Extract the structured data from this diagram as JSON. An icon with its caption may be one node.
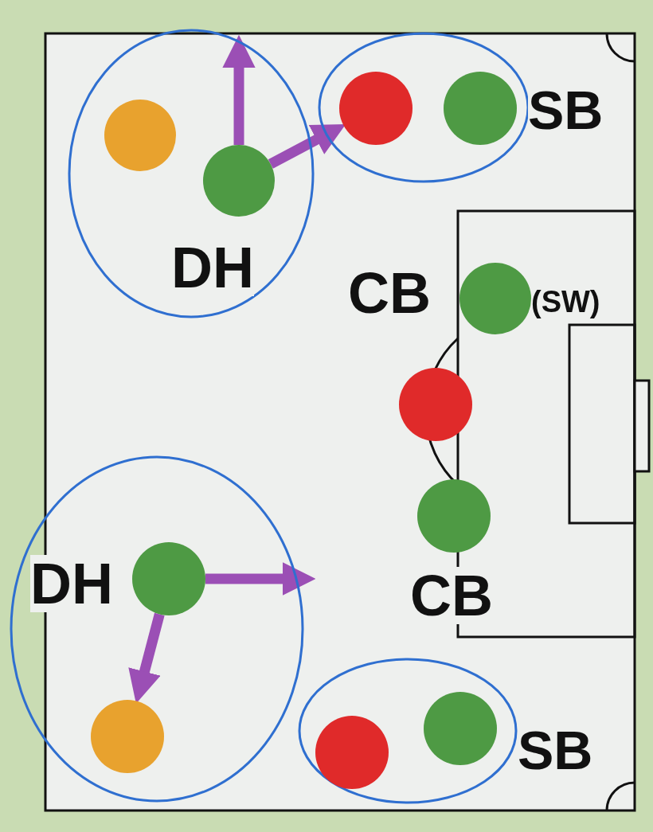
{
  "diagram": {
    "nodes": [
      {
        "text": [],
        "shape": "ellipse"
      },
      {
        "text": [],
        "shape": "circle",
        "in": 0
      },
      {
        "text": [],
        "shape": "circle",
        "in": 0,
        "beside": [
          "DH"
        ]
      },
      {
        "text": [],
        "shape": "ellipse"
      },
      {
        "text": [],
        "shape": "circle",
        "in": 3
      },
      {
        "text": [],
        "shape": "circle",
        "in": 3,
        "beside": [
          "SB"
        ]
      },
      {
        "text": [],
        "shape": "circle",
        "beside": [
          "CB",
          "(SW)"
        ]
      },
      {
        "text": [],
        "shape": "circle"
      },
      {
        "text": [],
        "shape": "circle",
        "beside": [
          "CB"
        ]
      },
      {
        "text": [],
        "shape": "ellipse"
      },
      {
        "text": [],
        "shape": "circle",
        "in": 9,
        "beside": [
          "DH"
        ]
      },
      {
        "text": [],
        "shape": "circle",
        "in": 9
      },
      {
        "text": [],
        "shape": "ellipse"
      },
      {
        "text": [],
        "shape": "circle",
        "in": 12
      },
      {
        "text": [],
        "shape": "circle",
        "in": 12,
        "beside": [
          "SB"
        ]
      }
    ],
    "edges": [
      {
        "from": 2,
        "to": null,
        "arrow": "to"
      },
      {
        "from": 2,
        "to": 4,
        "arrow": "to"
      },
      {
        "from": 10,
        "to": null,
        "arrow": "to"
      },
      {
        "from": 10,
        "to": 11,
        "arrow": "to"
      }
    ]
  }
}
